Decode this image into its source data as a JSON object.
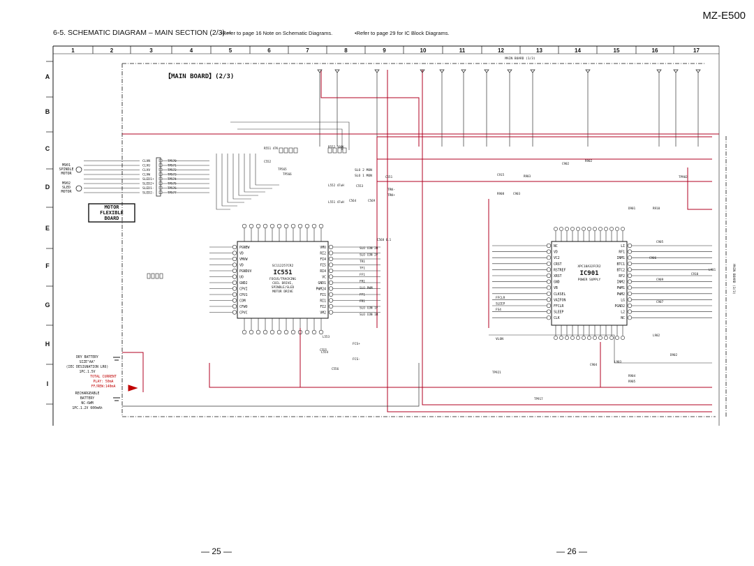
{
  "header": {
    "model": "MZ-E500",
    "title": "6-5. SCHEMATIC DIAGRAM – MAIN SECTION (2/3) –",
    "note1": "•Refer to page 16 Note on Schematic Diagrams.",
    "note2": "•Refer to page 29 for IC Block Diagrams."
  },
  "grid": {
    "columns": [
      "1",
      "2",
      "3",
      "4",
      "5",
      "6",
      "7",
      "8",
      "9",
      "10",
      "11",
      "12",
      "13",
      "14",
      "15",
      "16",
      "17"
    ],
    "rows": [
      "A",
      "B",
      "C",
      "D",
      "E",
      "F",
      "G",
      "H",
      "I"
    ]
  },
  "board": {
    "title": "【MAIN BOARD】(2/3)",
    "top_ref": "MAIN BOARD (1/3)",
    "side_ref": "MAIN BOARD (3/3)",
    "flex_label": [
      "MOTOR",
      "FLEXIBLE",
      "BOARD"
    ]
  },
  "motors": {
    "m901": [
      "M901",
      "SPINDLE",
      "MOTOR"
    ],
    "m902": [
      "M902",
      "SLED",
      "MOTOR"
    ],
    "pins": [
      "CLVN",
      "CLVU",
      "CLVV",
      "CLVW",
      "SLED1+",
      "SLED2+",
      "SLED1-",
      "SLED2-"
    ],
    "tps": [
      "TP570",
      "TP571",
      "TP572",
      "TP573",
      "TP574",
      "TP575",
      "TP576",
      "TP577"
    ]
  },
  "ic551": {
    "ref": "IC551",
    "part": "SC112257CR2",
    "desc": [
      "FOCUS/TRACKING",
      "COIL DRIVE,",
      "SPINDLE/SLED",
      "MOTOR DRIVE"
    ],
    "left_pins": [
      "PGNEW",
      "VD",
      "VMVW",
      "VD",
      "PGNDUV",
      "UO",
      "GND2",
      "CPVI",
      "CPU1",
      "COM",
      "CFWO",
      "CPVC"
    ],
    "right_pins": [
      "VMU",
      "RI2",
      "FI4",
      "FI5",
      "RI4",
      "VC",
      "GND1",
      "PWM24",
      "FI1",
      "RI1",
      "FI2",
      "VM2"
    ],
    "right_nets": [
      "SLO CON 2R",
      "SLO CON 2F",
      "TR1",
      "TF1",
      "FF1",
      "FR1",
      "SLO PWM",
      "FF1",
      "FR1",
      "SLO CON 1F",
      "SLO CON 1R"
    ]
  },
  "ic901": {
    "ref": "IC901",
    "part": "XPC18A32FCR2",
    "desc": [
      "POWER SUPPLY"
    ],
    "left_pins": [
      "NC",
      "VD",
      "VC2",
      "CRST",
      "RSTREF",
      "XRST",
      "GND",
      "VB",
      "CLKSEL",
      "VAIFON",
      "FFCLR",
      "SLEEP",
      "CLK"
    ],
    "right_pins": [
      "LI",
      "RF1",
      "INM1",
      "BTC1",
      "BTC2",
      "RF2",
      "INM2",
      "PWM1",
      "PWM2",
      "LG",
      "PGND2",
      "L2",
      "NC"
    ],
    "left_nets": [
      "FFCLR",
      "SLEEP",
      "FS4"
    ]
  },
  "bus_labels": [
    "SLO 2 MON",
    "SLO 1 MON",
    "TRK-",
    "TRK+",
    "FCS+",
    "FCS-",
    "VLON"
  ],
  "parts": [
    "R551 47K",
    "R552 100K",
    "C552",
    "TP565",
    "TP566",
    "L552 47uH",
    "L551 47uH",
    "C564",
    "C569",
    "C568 0.1",
    "C551",
    "C553",
    "L553",
    "L554",
    "C555",
    "C556",
    "R902",
    "C902",
    "TP902",
    "C915",
    "R903",
    "C905",
    "R908",
    "C903",
    "D901",
    "R910",
    "C906",
    "C910",
    "C909",
    "C907",
    "L901",
    "L902",
    "D902",
    "L903",
    "C904",
    "R904",
    "R905",
    "TP921",
    "TP917"
  ],
  "battery": {
    "dry": [
      "DRY BATTERY",
      "SIZE\"AA\"",
      "(IEC DESIGNATION LR6)",
      "1PC.1.5V"
    ],
    "current": [
      "TOTAL CURRENT",
      "PLAY: 50mA",
      "FF/REW:140mA"
    ],
    "rech": [
      "RECHARGEABLE",
      "BATTERY",
      "NC-6WM",
      "1PC.1.2V 600mAh"
    ]
  },
  "page_numbers": [
    "— 25 —",
    "— 26 —"
  ]
}
